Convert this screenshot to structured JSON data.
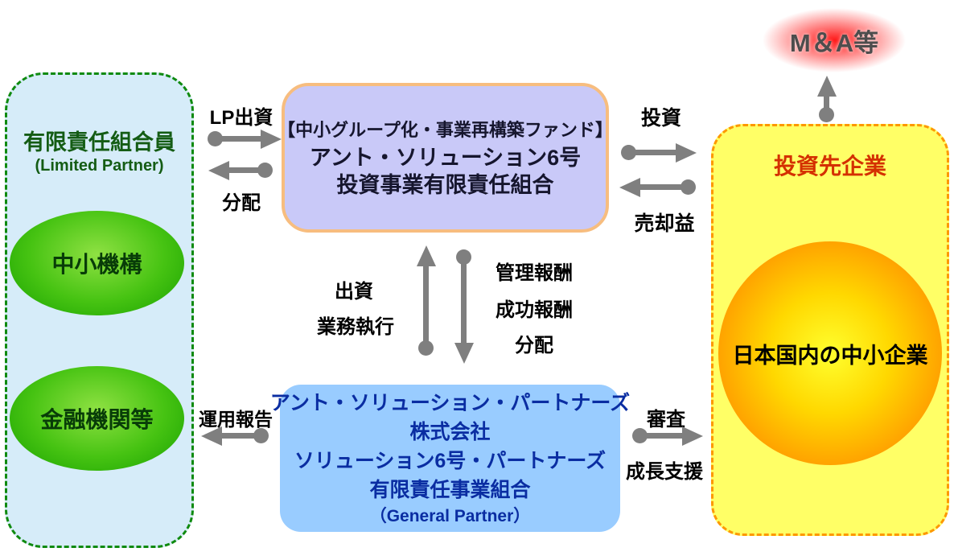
{
  "diagram": {
    "lp_panel": {
      "title": "有限責任組合員",
      "subtitle": "(Limited Partner)",
      "members": [
        {
          "label": "中小機構"
        },
        {
          "label": "金融機関等"
        }
      ]
    },
    "fund_box": {
      "line1": "【中小グループ化・事業再構築ファンド】",
      "line2": "アント・ソリューション6号",
      "line3": "投資事業有限責任組合"
    },
    "gp_box": {
      "line1": "アント・ソリューション・パートナーズ",
      "line2": "株式会社",
      "line3": "ソリューション6号・パートナーズ",
      "line4": "有限責任事業組合",
      "line5": "（General Partner）"
    },
    "target_panel": {
      "title": "投資先企業",
      "circle_label": "日本国内の中小企業"
    },
    "exit_label": "M＆A等",
    "flows": {
      "lp_investment": "LP出資",
      "distribution_to_lp": "分配",
      "investment": "投資",
      "sale_proceeds": "売却益",
      "contribution": "出資",
      "business_execution": "業務執行",
      "management_fee": "管理報酬",
      "success_fee": "成功報酬",
      "distribution_from_fund": "分配",
      "operation_report": "運用報告",
      "screening": "審査",
      "growth_support": "成長支援"
    },
    "colors": {
      "lp_panel_fill": "#d6ecf9",
      "lp_panel_border": "#0f8a0f",
      "member_ellipse_green": "#3fbe0e",
      "fund_box_fill": "#c9c9f8",
      "fund_box_border": "#f7bd7f",
      "gp_box_fill": "#99ccff",
      "gp_text": "#0a2da2",
      "target_fill": "#ffff66",
      "target_border": "#fd9800",
      "target_title": "#d43000",
      "sme_circle_orange": "#ff8a00",
      "arrow_gray": "#7f7f7f",
      "exit_glow_red": "#ff0000"
    }
  }
}
